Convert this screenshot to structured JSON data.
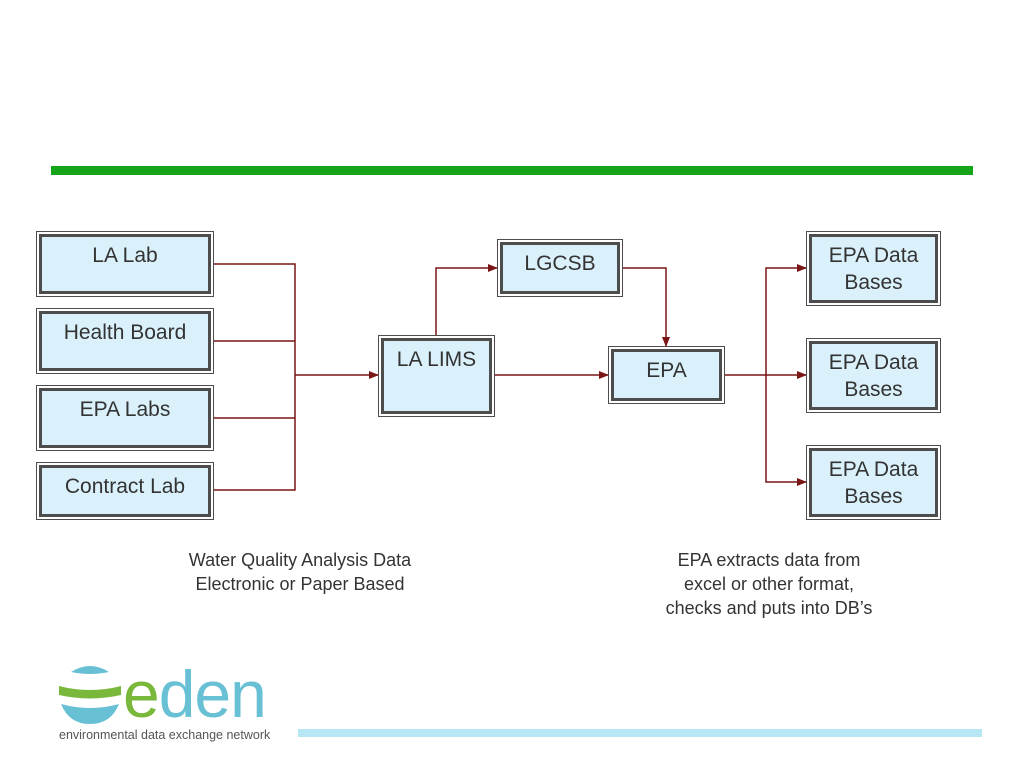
{
  "colors": {
    "accent_green": "#16a418",
    "bottom_bar": "#b7e6f5",
    "connector": "#7a1616",
    "box_fill": "#daf1fb",
    "box_border": "#4d4d4d",
    "logo_green": "#7ab83c",
    "logo_blue": "#68c0d5"
  },
  "nodes": {
    "la_lab": "LA Lab",
    "health_board": "Health Board",
    "epa_labs": "EPA Labs",
    "contract_lab": "Contract Lab",
    "la_lims": "LA LIMS",
    "lgcsb": "LGCSB",
    "epa": "EPA",
    "epa_db_1": [
      "EPA Data",
      "Bases"
    ],
    "epa_db_2": [
      "EPA Data",
      "Bases"
    ],
    "epa_db_3": [
      "EPA Data",
      "Bases"
    ]
  },
  "captions": {
    "left": [
      "Water Quality Analysis Data",
      "Electronic or Paper Based"
    ],
    "right": [
      "EPA extracts data from",
      "excel or other format,",
      "checks and puts into DB’s"
    ]
  },
  "logo": {
    "word_first": "e",
    "word_rest": "den",
    "tagline": "environmental data exchange network"
  },
  "icons": {
    "logo_mark": "globe-stripes-icon",
    "connector_arrow": "arrowhead-icon"
  }
}
